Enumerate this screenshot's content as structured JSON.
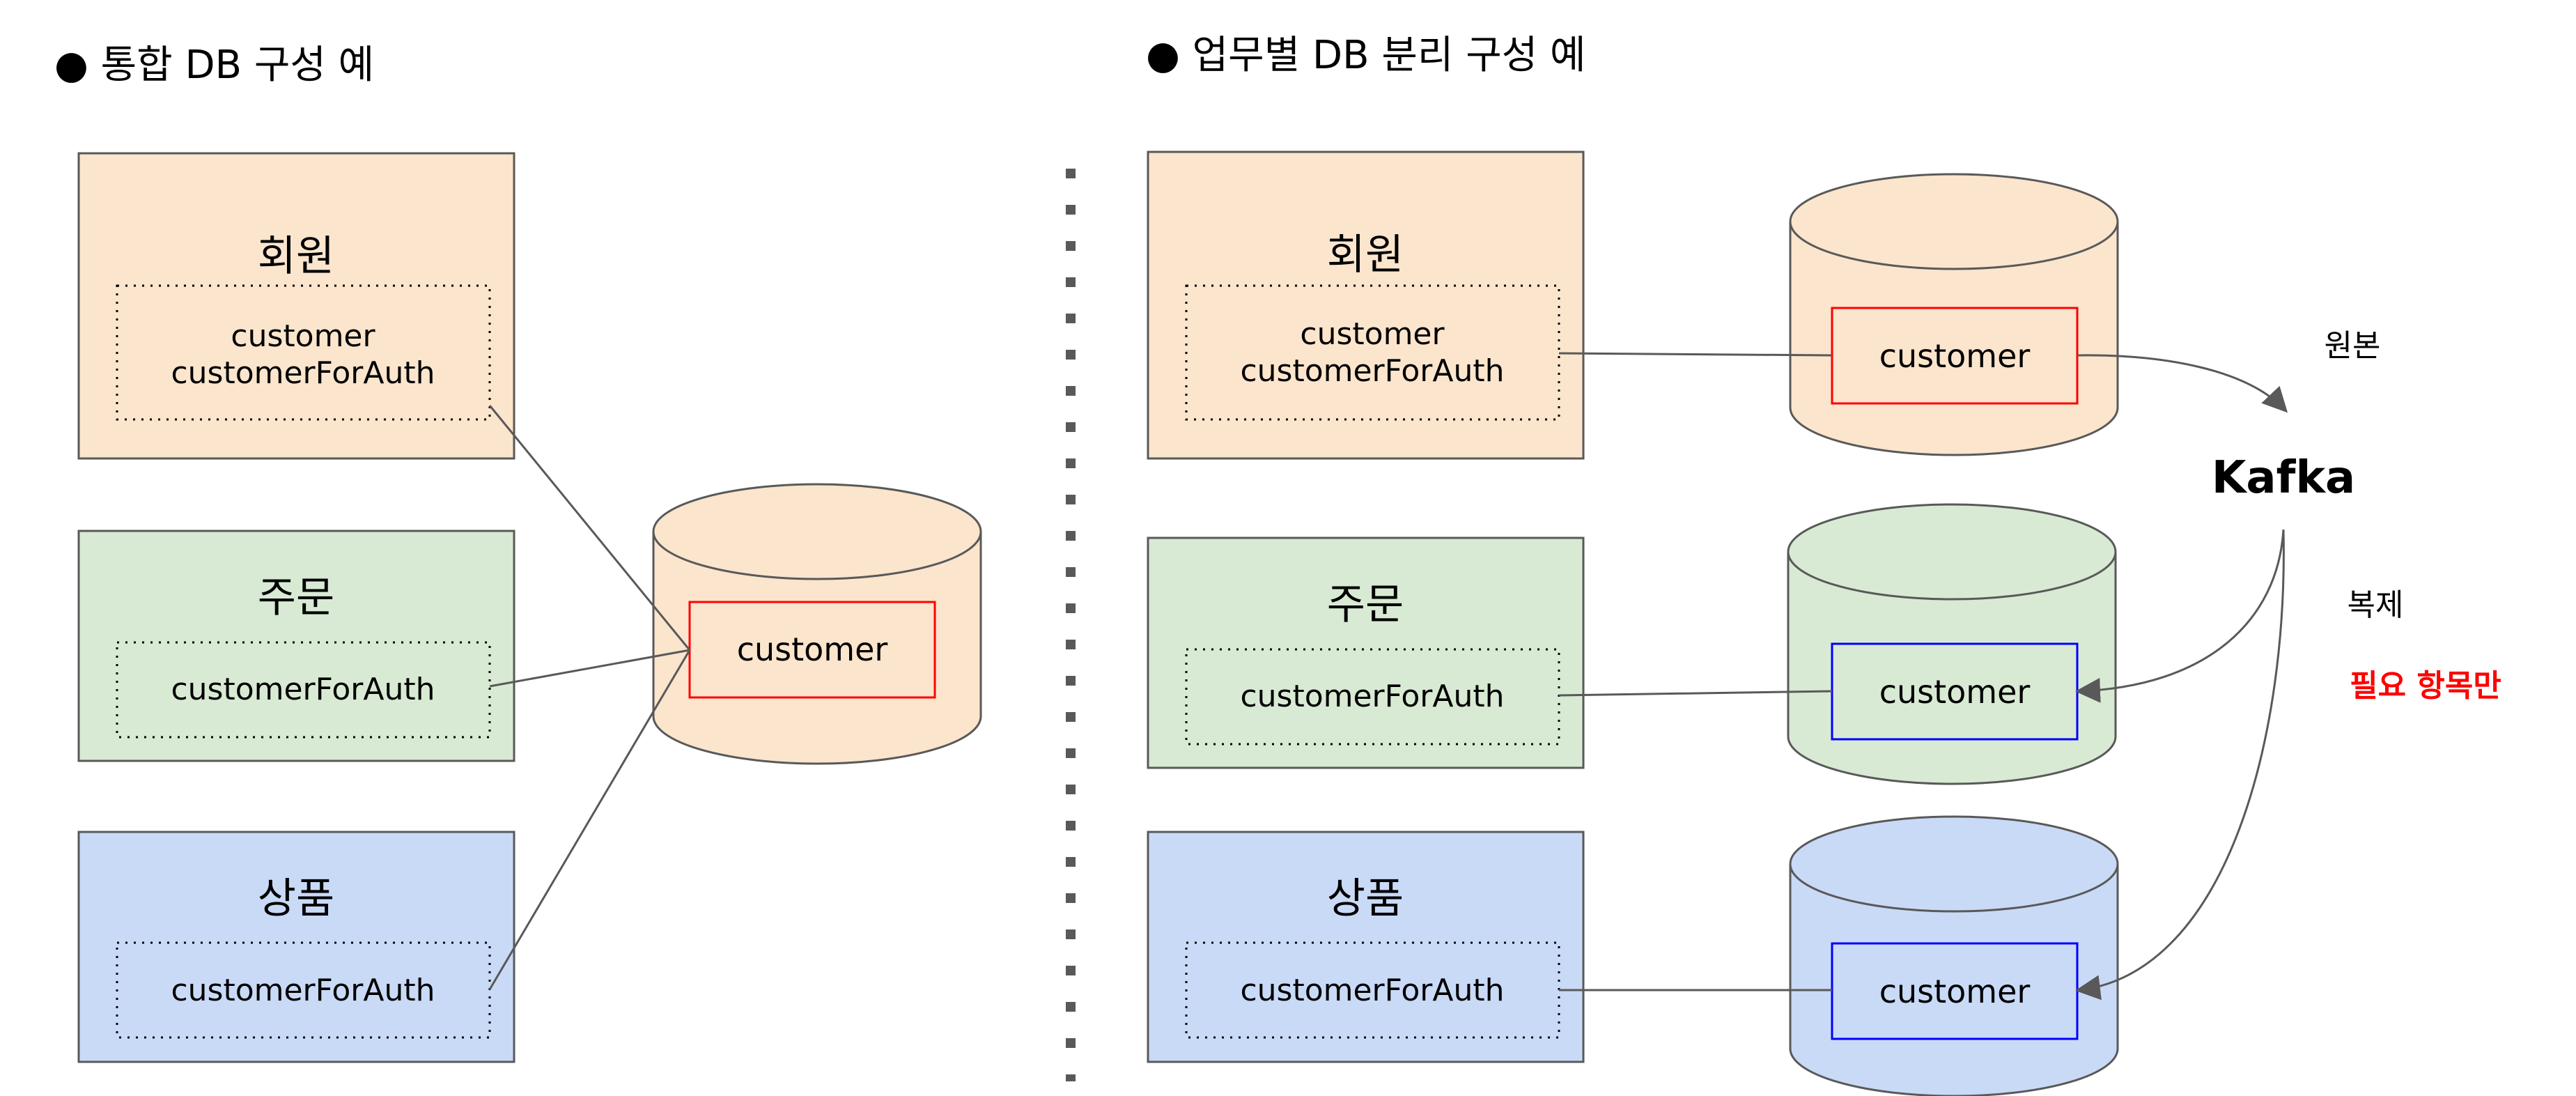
{
  "left": {
    "title": "● 통합 DB 구성 예",
    "boxes": [
      {
        "name": "회원",
        "tables": [
          "customer",
          "customerForAuth"
        ],
        "fill": "#fbe5cd"
      },
      {
        "name": "주문",
        "tables": [
          "customerForAuth"
        ],
        "fill": "#d9ead4"
      },
      {
        "name": "상품",
        "tables": [
          "customerForAuth"
        ],
        "fill": "#c9daf7"
      }
    ],
    "db": {
      "table": "customer",
      "fill": "#fbe5cd",
      "border": "#ff0000"
    }
  },
  "right": {
    "title": "● 업무별 DB 분리 구성 예",
    "boxes": [
      {
        "name": "회원",
        "tables": [
          "customer",
          "customerForAuth"
        ],
        "fill": "#fbe5cd"
      },
      {
        "name": "주문",
        "tables": [
          "customerForAuth"
        ],
        "fill": "#d9ead4"
      },
      {
        "name": "상품",
        "tables": [
          "customerForAuth"
        ],
        "fill": "#c9daf7"
      }
    ],
    "dbs": [
      {
        "table": "customer",
        "fill": "#fbe5cd",
        "border": "#ff0000"
      },
      {
        "table": "customer",
        "fill": "#d9ead4",
        "border": "#0000ff"
      },
      {
        "table": "customer",
        "fill": "#c9daf7",
        "border": "#0000ff"
      }
    ],
    "kafka": "Kafka",
    "original_label": "원본",
    "replicate_label": "복제",
    "required_label": "필요 항목만"
  },
  "colors": {
    "line": "#595959",
    "box_border": "#595959",
    "divider": "#595959"
  }
}
